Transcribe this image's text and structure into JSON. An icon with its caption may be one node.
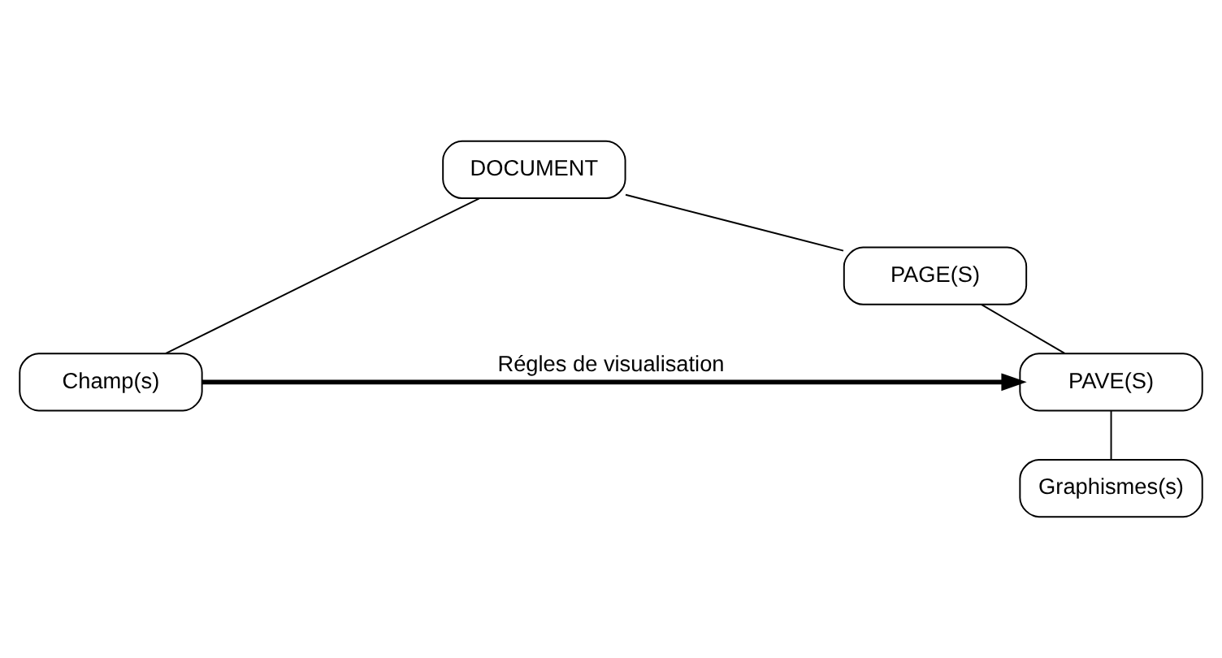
{
  "diagram": {
    "nodes": [
      {
        "text": [
          "DOCUMENT"
        ]
      },
      {
        "text": [
          "PAGE(S)"
        ]
      },
      {
        "text": [
          "PAVE(S)"
        ]
      },
      {
        "text": [
          "Graphismes(s)"
        ]
      },
      {
        "text": [
          "Champ(s)"
        ]
      }
    ],
    "edges": [
      {
        "from": 0,
        "to": 1,
        "arrow": "none"
      },
      {
        "from": 0,
        "to": 4,
        "arrow": "none"
      },
      {
        "from": 1,
        "to": 2,
        "arrow": "none"
      },
      {
        "from": 2,
        "to": 3,
        "arrow": "none"
      },
      {
        "from": 4,
        "to": 2,
        "arrow": "to",
        "style": "thick",
        "label": "Régles de visualisation"
      }
    ]
  }
}
